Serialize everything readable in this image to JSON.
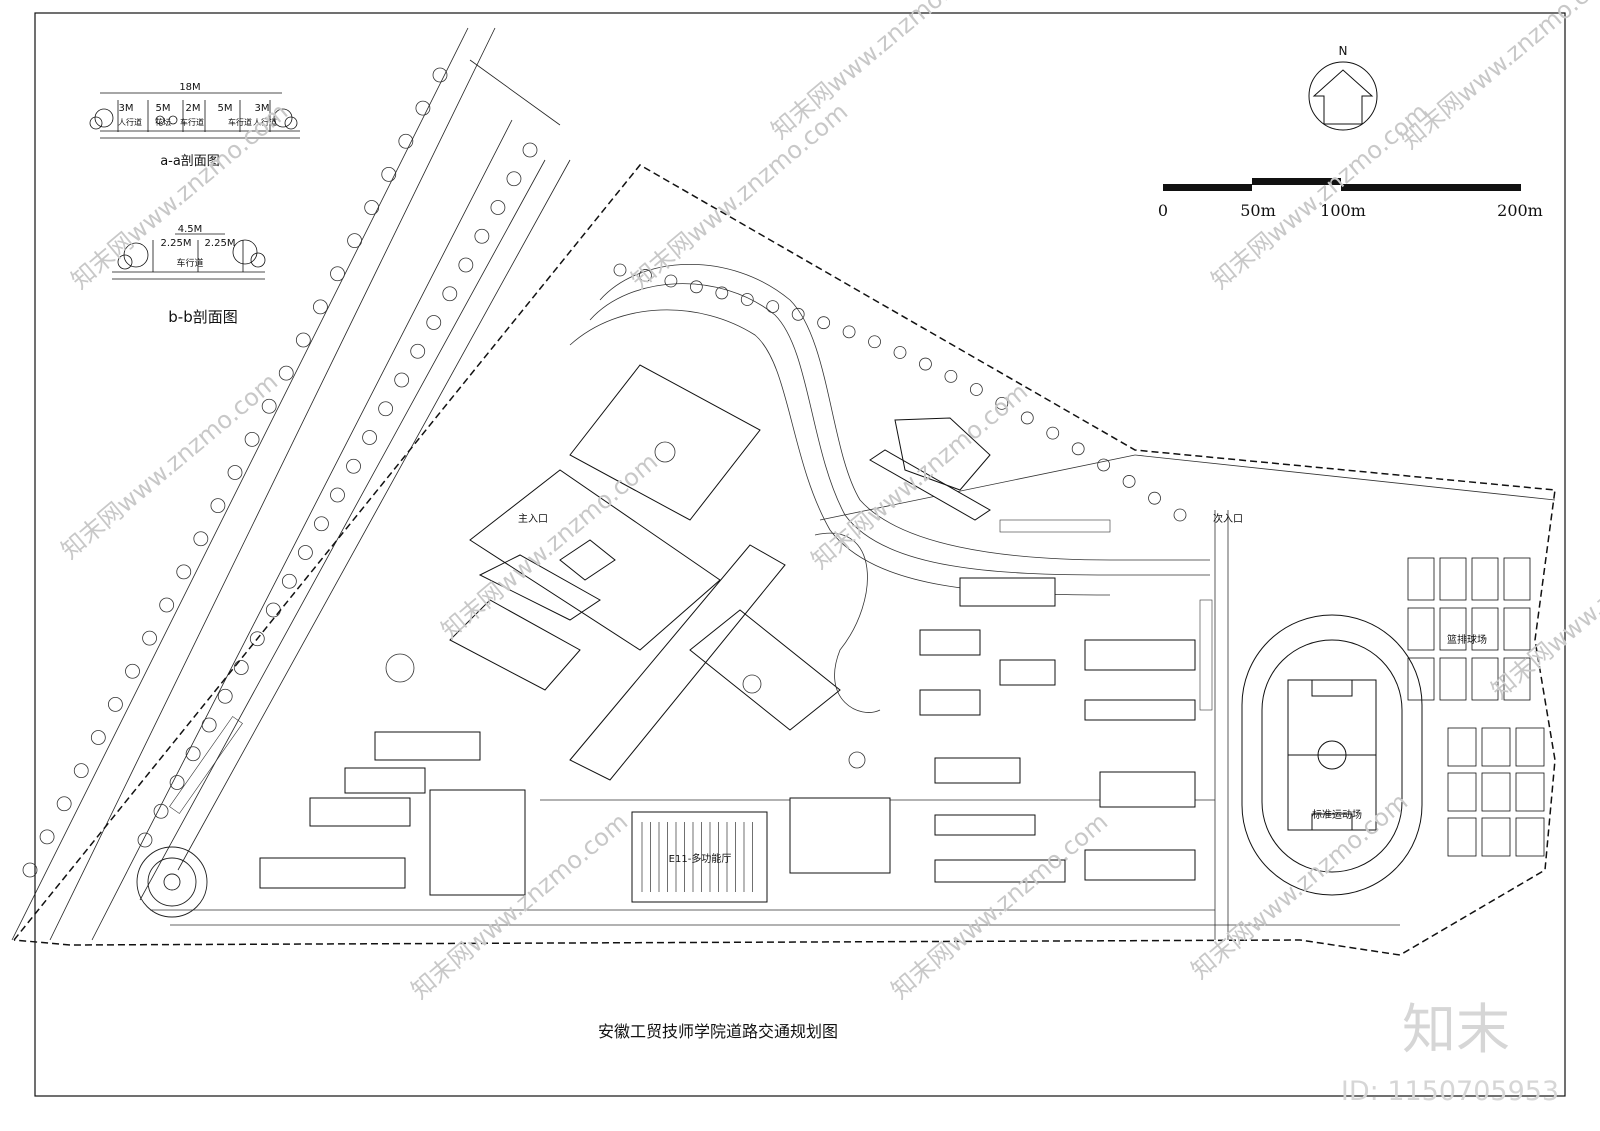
{
  "title": "安徽工贸技师学院道路交通规划图",
  "compass": {
    "north_label": "N"
  },
  "scale_bar": {
    "labels": [
      "0",
      "50m",
      "100m",
      "200m"
    ]
  },
  "section_aa": {
    "title": "a-a剖面图",
    "total": "18M",
    "widths": [
      "3M",
      "5M",
      "2M",
      "5M",
      "3M"
    ],
    "lanes": [
      "人行道",
      "车行道",
      "花坛",
      "车行道",
      "人行道"
    ]
  },
  "section_bb": {
    "title": "b-b剖面图",
    "total": "4.5M",
    "widths": [
      "2.25M",
      "2.25M"
    ],
    "lane": "车行道"
  },
  "entrances": {
    "main": "主入口",
    "secondary": "次入口"
  },
  "facilities": {
    "multi_hall": "E11-多功能厅",
    "stadium": "标准运动场",
    "courts": "篮排球场"
  },
  "watermark": {
    "site": "www.znzmo.com",
    "brand": "知末网",
    "logo": "知末",
    "id": "ID: 1150705953"
  },
  "colors": {
    "line": "#111111",
    "watermark": "#c8c8c8"
  }
}
